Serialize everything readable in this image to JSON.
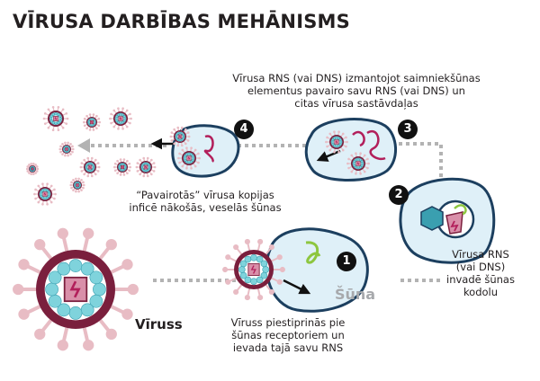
{
  "title": "VĪRUSA DARBĪBAS MEHĀNISMS",
  "labels": {
    "virus": "Vīruss",
    "cell": "Šūna"
  },
  "steps": [
    {
      "number": "1",
      "lines": [
        "Vīruss piestiprinās pie",
        "šūnas receptoriem un",
        "ievada tajā savu RNS"
      ]
    },
    {
      "number": "2",
      "lines": [
        "Vīrusa RNS",
        "(vai DNS)",
        "invadē šūnas",
        "kodolu"
      ]
    },
    {
      "number": "3",
      "lines": [
        "Vīrusa RNS (vai DNS) izmantojot saimniekšūnas",
        "elementus pavairo savu RNS (vai DNS) un",
        "citas vīrusa sastāvdaļas"
      ]
    },
    {
      "number": "4",
      "lines": [
        "“Pavairotās” vīrusa kopijas",
        "inficē nākošās, veselās šūnas"
      ]
    }
  ],
  "colors": {
    "cell_fill": "#dff0f8",
    "cell_stroke": "#1c3f5f",
    "capsid": "#7fd3dc",
    "capsid_dark": "#3a9fb0",
    "virus_core": "#7a1f3d",
    "spike": "#e8bcc4",
    "rna": "#b21f5b",
    "rna_green": "#8dc63f",
    "dotted": "#b3b3b3"
  }
}
